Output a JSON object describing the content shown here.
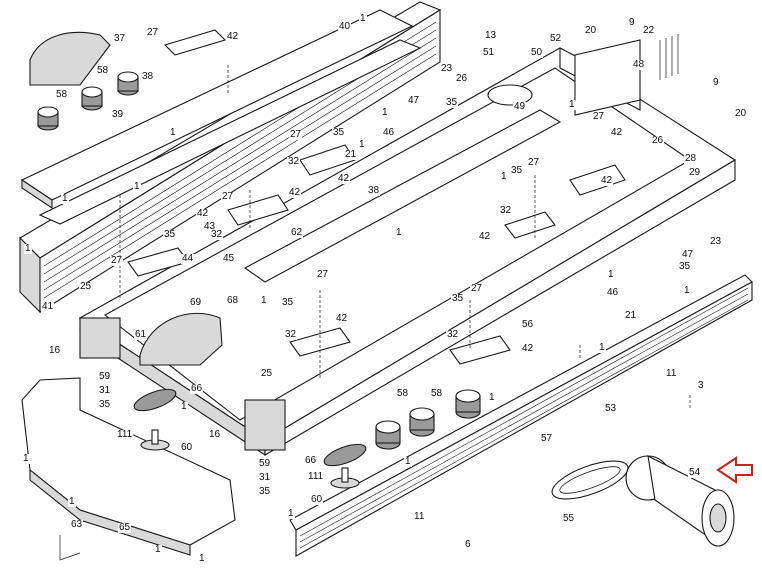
{
  "diagram": {
    "type": "exploded-parts-diagram",
    "subject": "treadmill frame and belt assembly",
    "highlight_arrow_color": "#cc1f1f",
    "highlighted_part": "54"
  },
  "callouts": {
    "c37": "37",
    "c27a": "27",
    "c42a": "42",
    "c1a": "1",
    "c40": "40",
    "c58a": "58",
    "c58b": "58",
    "c38a": "38",
    "c39": "39",
    "c1b": "1",
    "c13": "13",
    "c52": "52",
    "c51": "51",
    "c50": "50",
    "c20a": "20",
    "c9a": "9",
    "c22": "22",
    "c48": "48",
    "c23a": "23",
    "c26a": "26",
    "c47a": "47",
    "c35a": "35",
    "c49": "49",
    "c9b": "9",
    "c20b": "20",
    "c1c": "1",
    "c1d": "1",
    "c27b": "27",
    "c35b": "35",
    "c46a": "46",
    "c32a": "32",
    "c21a": "21",
    "c42b": "42",
    "c1e": "1",
    "c27c": "27",
    "c42c": "42",
    "c26b": "26",
    "c28": "28",
    "c1f": "1",
    "c29": "29",
    "c27d": "27",
    "c35c": "35",
    "c42d": "42",
    "c1g": "1",
    "c38b": "38",
    "c1h": "1",
    "c32b": "32",
    "c27e": "27",
    "c42e": "42",
    "c43": "43",
    "c42f": "42",
    "c32c": "32",
    "c35d": "35",
    "c62": "62",
    "c1i": "1",
    "c27f": "27",
    "c44": "44",
    "c45": "45",
    "c1j": "1",
    "c42g": "42",
    "c23b": "23",
    "c47b": "47",
    "c35e": "35",
    "c41": "41",
    "c25a": "25",
    "c27g": "27",
    "c1k": "1",
    "c46b": "46",
    "c21b": "21",
    "c1l": "1",
    "c69": "69",
    "c68": "68",
    "c35f": "35",
    "c61": "61",
    "c42h": "42",
    "c32d": "32",
    "c35g": "35",
    "c27h": "27",
    "c32e": "32",
    "c56": "56",
    "c42i": "42",
    "c16a": "16",
    "c59a": "59",
    "c31a": "31",
    "c35h": "35",
    "c66a": "66",
    "c1m": "1",
    "c25b": "25",
    "c11a": "11",
    "c3": "3",
    "c58c": "58",
    "c58d": "58",
    "c1n": "1",
    "c53": "53",
    "c111a": "111",
    "c60a": "60",
    "c16b": "16",
    "c1o": "1",
    "c57": "57",
    "c59b": "59",
    "c31b": "31",
    "c66b": "66",
    "c1p": "1",
    "c111b": "111",
    "c35i": "35",
    "c60b": "60",
    "c54": "54",
    "c1q": "1",
    "c1r": "1",
    "c1s": "1",
    "c63": "63",
    "c65": "65",
    "c55": "55",
    "c11b": "11",
    "c6": "6",
    "c1t": "1",
    "c1u": "1",
    "c1v": "1"
  }
}
